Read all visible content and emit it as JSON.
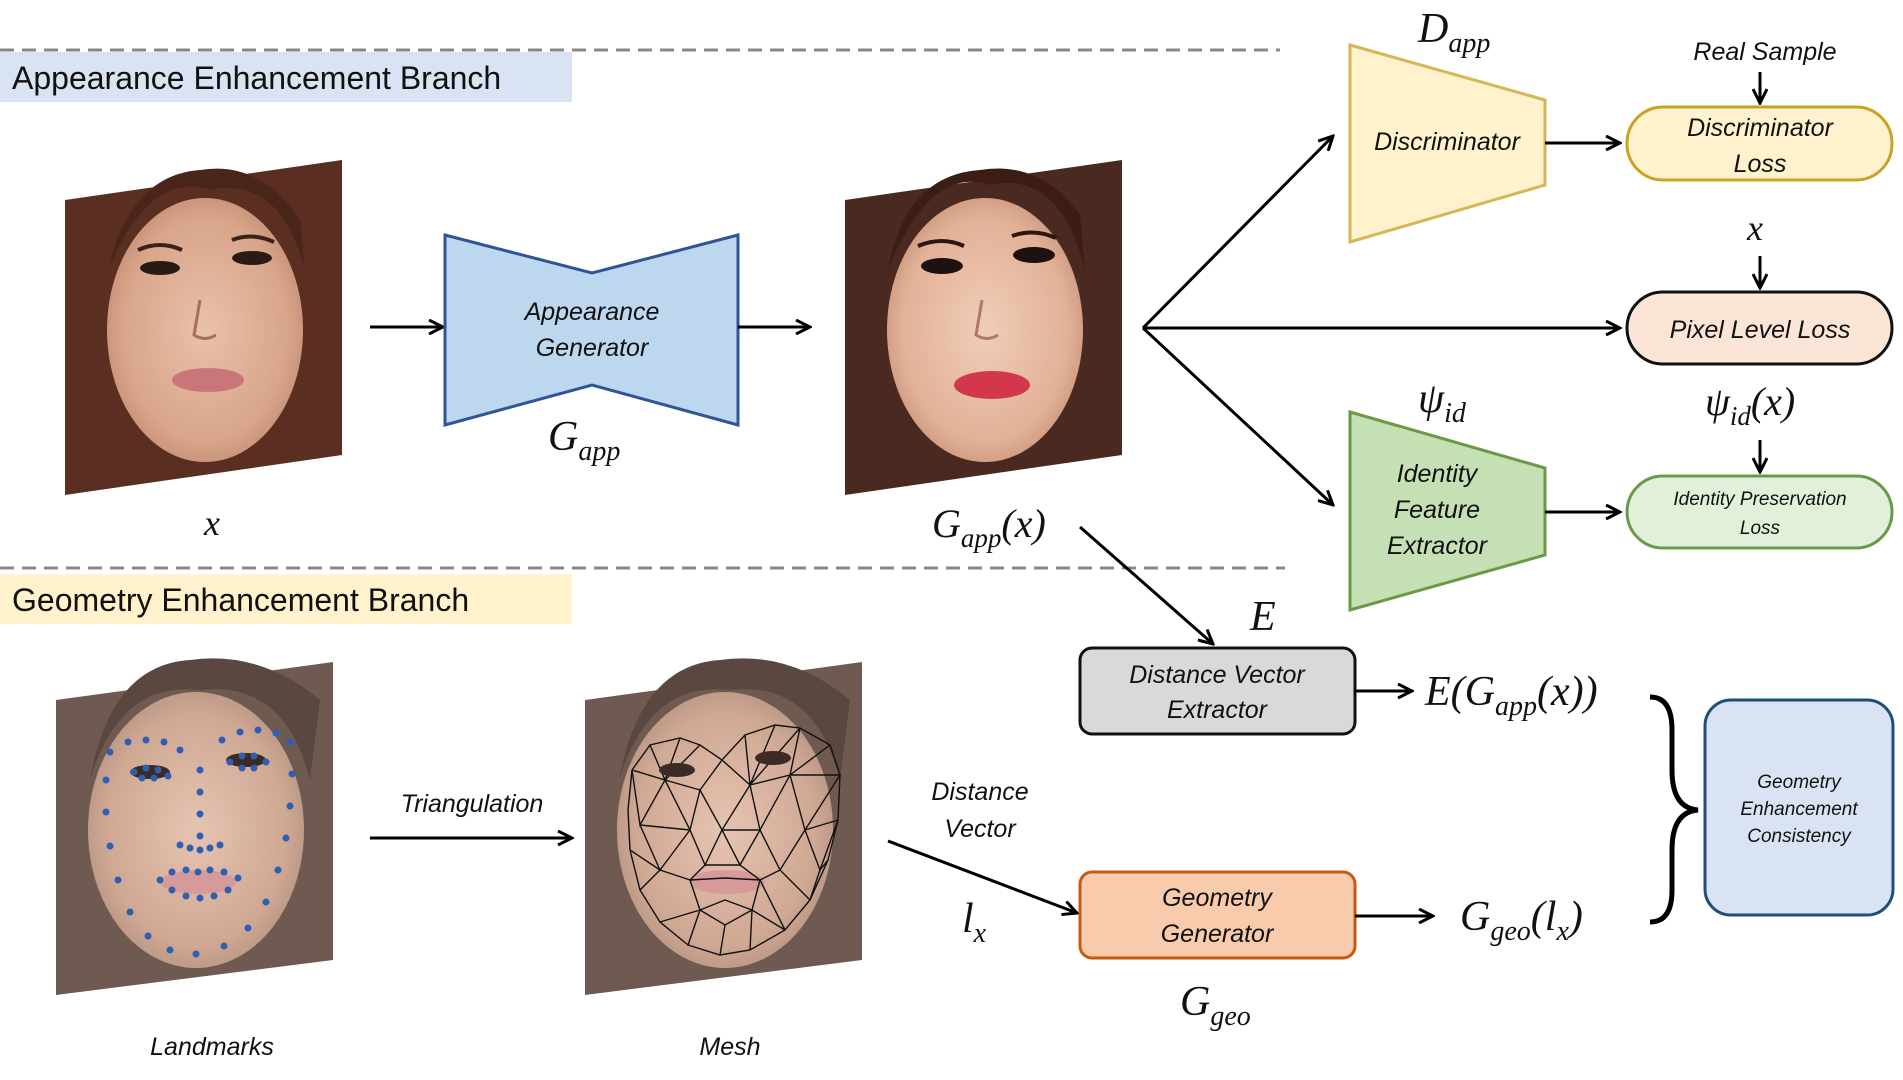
{
  "branches": {
    "appearance": "Appearance Enhancement Branch",
    "geometry": "Geometry Enhancement Branch"
  },
  "blocks": {
    "appearance_generator": [
      "Appearance",
      "Generator"
    ],
    "discriminator": "Discriminator",
    "identity_extractor": [
      "Identity",
      "Feature",
      "Extractor"
    ],
    "distance_extractor": [
      "Distance Vector",
      "Extractor"
    ],
    "geometry_generator": [
      "Geometry",
      "Generator"
    ],
    "discriminator_loss": [
      "Discriminator",
      "Loss"
    ],
    "pixel_loss": "Pixel Level Loss",
    "identity_loss": [
      "Identity Preservation",
      "Loss"
    ],
    "geometry_consistency": [
      "Geometry",
      "Enhancement",
      "Consistency"
    ]
  },
  "labels": {
    "real_sample": "Real Sample",
    "triangulation": "Triangulation",
    "distance_vector": [
      "Distance",
      "Vector"
    ],
    "landmarks": "Landmarks",
    "mesh": "Mesh"
  },
  "math": {
    "x_input": "x",
    "g_app": [
      "G",
      "app"
    ],
    "g_app_x": [
      "G",
      "app",
      "(x)"
    ],
    "d_app": [
      "D",
      "app"
    ],
    "x_target": "x",
    "psi_id": [
      "ψ",
      "id"
    ],
    "psi_id_x": [
      "ψ",
      "id",
      "(x)"
    ],
    "e": "E",
    "e_g_app_x": [
      "E(G",
      "app",
      "(x))"
    ],
    "l_x": [
      "l",
      "x"
    ],
    "g_geo": [
      "G",
      "geo"
    ],
    "g_geo_lx": [
      "G",
      "geo",
      "(l",
      "x",
      ")"
    ]
  },
  "colors": {
    "appearance_branch_bg": "#dae3f3",
    "geometry_branch_bg": "#fff2cc",
    "blue_block": "#bdd7ee",
    "blue_stroke": "#2f5597",
    "yellow_block": "#fff2cc",
    "yellow_stroke": "#d6b656",
    "green_block": "#c5e0b4",
    "green_stroke": "#6a9a48",
    "gray_block": "#d9d9d9",
    "orange_block": "#f8cbad",
    "orange_stroke": "#c55a11",
    "peach_block": "#fbe5d6",
    "light_green": "#e2f0d9",
    "lavender_block": "#dae3f3",
    "landmark_dot": "#2f5fb3"
  }
}
